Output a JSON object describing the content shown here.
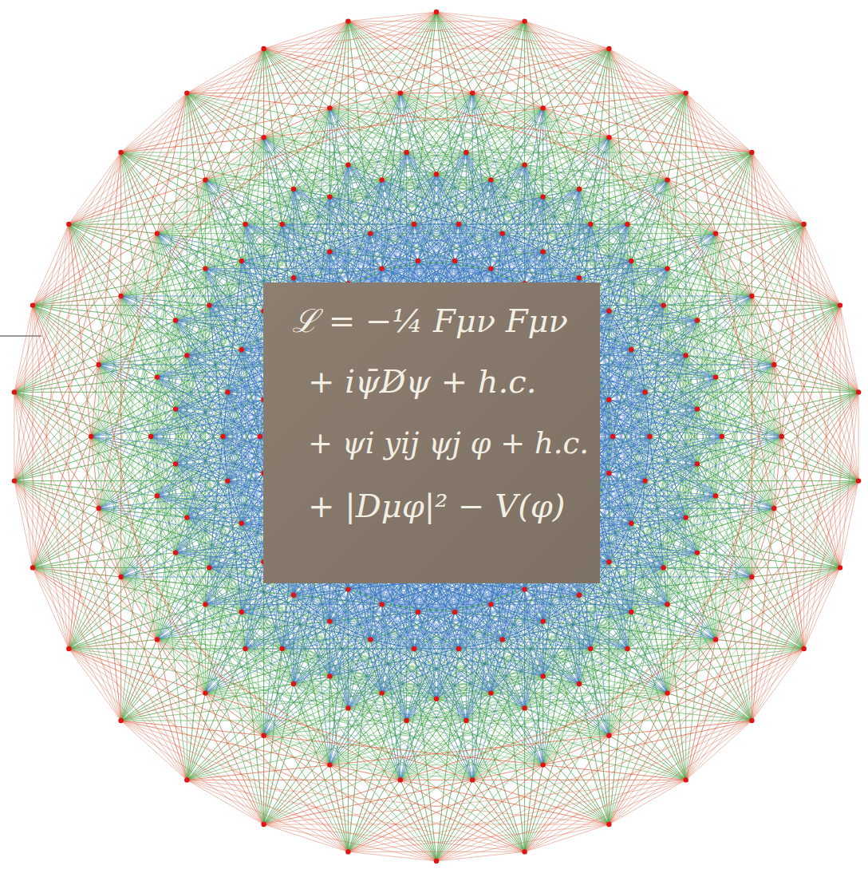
{
  "diagram": {
    "nodes": [
      {
        "text": [
          "ℒ = −¼ Fμν Fμν",
          "+ iψ̄D̸ψ + h.c.",
          "+ ψi yij ψj φ + h.c.",
          "+ |Dμφ|² − V(φ)"
        ]
      }
    ]
  }
}
